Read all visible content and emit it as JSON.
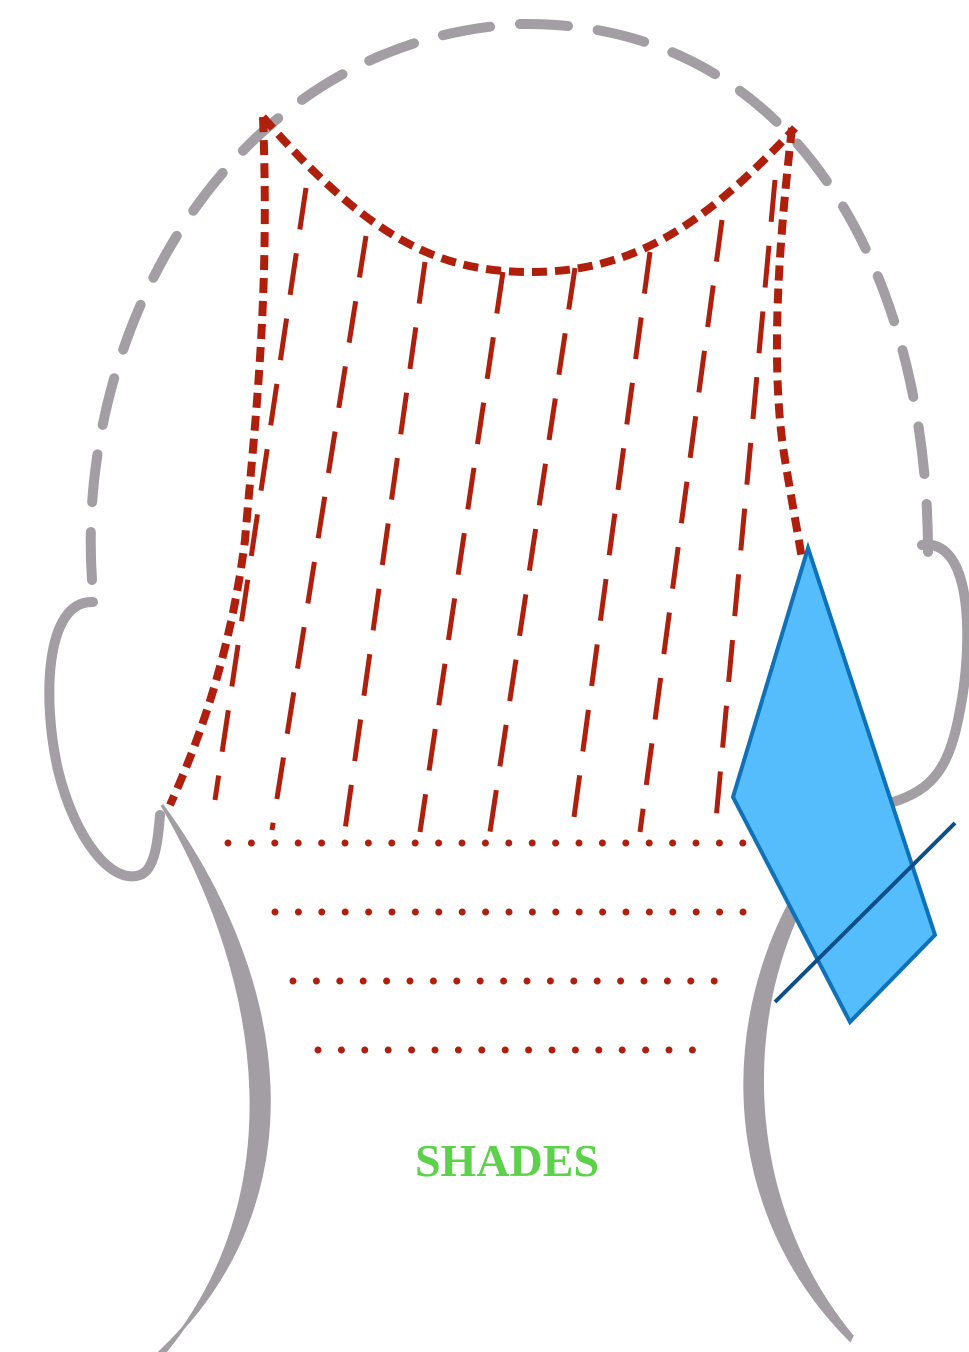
{
  "label": {
    "text": "SHADES",
    "color": "#5cd24a"
  },
  "colors": {
    "outline_gray": "#a29ea3",
    "guide_red": "#b01f0c",
    "comb_fill": "#55bdfc",
    "comb_stroke": "#0f72b8",
    "comb_line": "#0d4f86"
  },
  "elements": {
    "head_outline": "dashed-head-outline",
    "ears": "ear-outlines",
    "neck": "neck-outlines",
    "section_area": "dashed-section-area",
    "comb_tool": "comb-icon"
  }
}
